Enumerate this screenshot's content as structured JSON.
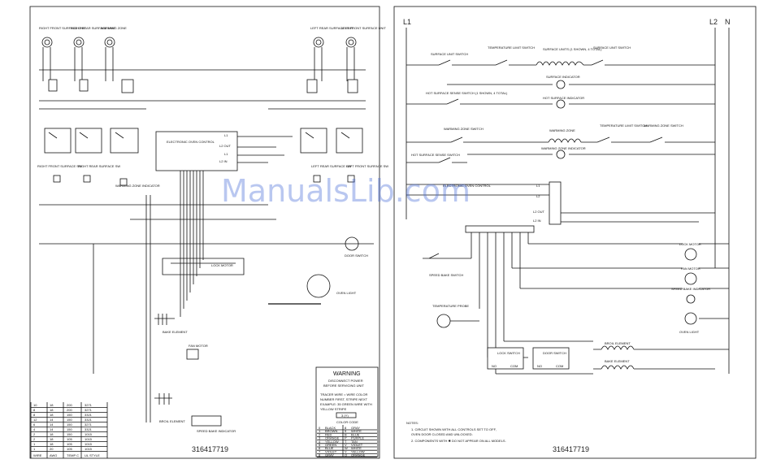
{
  "left_sheet": {
    "element_labels_top": [
      "RIGHT FRONT SURFACE UNIT",
      "RIGHT REAR SURFACE UNIT",
      "WARMING ZONE",
      "LEFT REAR SURFACE UNIT",
      "LEFT FRONT SURFACE UNIT"
    ],
    "control_box": {
      "title": "ELECTRONIC OVEN CONTROL",
      "terminals": [
        "L1",
        "L2 OUT",
        "L1",
        "L2 IN"
      ]
    },
    "switch_labels_left": [
      "RIGHT FRONT SURFACE SW",
      "RIGHT REAR SURFACE SW",
      "WARMING ZONE INDICATOR"
    ],
    "switch_labels_right": [
      "LEFT REAR SURFACE SW",
      "LEFT FRONT SURFACE SW"
    ],
    "misc_labels": [
      "LOCK MOTOR",
      "DOOR SWITCH",
      "OVEN LIGHT",
      "BAKE ELEMENT",
      "BROIL ELEMENT",
      "FAN MOTOR",
      "SPEED BAKE INDICATOR"
    ],
    "warning_box": {
      "title": "WARNING",
      "lines": [
        "DISCONNECT POWER",
        "BEFORE SERVICING UNIT"
      ],
      "note_lines": [
        "TRACER WIRE = WIRE COLOR",
        "NUMBER FIRST, STRIPE NEXT",
        "EXAMPLE: 35 GREEN WIRE WITH",
        "YELLOW STRIPE"
      ],
      "sample_code": "3 (Y)"
    },
    "color_code": {
      "title": "COLOR CODE",
      "rows": [
        [
          "0",
          "BLACK",
          "8",
          "GRAY"
        ],
        [
          "1",
          "BROWN",
          "9",
          "WHITE"
        ],
        [
          "2",
          "RED",
          "B",
          "BLUE"
        ],
        [
          "3",
          "ORANGE",
          "P",
          "PURPLE"
        ],
        [
          "4",
          "YELLOW",
          "T",
          "TAN"
        ],
        [
          "5",
          "GREEN",
          "V",
          "VIOLET"
        ],
        [
          "6",
          "BLUE",
          "W",
          "WHITE"
        ],
        [
          "7",
          "VIOLET",
          "Y",
          "YELLOW"
        ],
        [
          "8",
          "GRAY",
          "O",
          "ORANGE"
        ]
      ]
    },
    "wire_table": {
      "rows": [
        [
          "10",
          "18",
          "200",
          "3271"
        ],
        [
          "8",
          "18",
          "200",
          "3271"
        ],
        [
          "8",
          "18",
          "150",
          "3321"
        ],
        [
          "12",
          "14",
          "150",
          "3321"
        ],
        [
          "6",
          "14",
          "150",
          "3271"
        ],
        [
          "4",
          "14",
          "150",
          "3321"
        ],
        [
          "2",
          "18",
          "150",
          "1015"
        ],
        [
          "2",
          "18",
          "105",
          "1015"
        ],
        [
          "1",
          "18",
          "105",
          "1015"
        ],
        [
          "1",
          "20",
          "105",
          "1015"
        ]
      ],
      "headers": [
        "WIRE",
        "AWG",
        "TEMP C",
        "UL STYLE"
      ]
    },
    "part_number": "316417719"
  },
  "right_sheet": {
    "rail_left": "L1",
    "rail_right_1": "L2",
    "rail_right_2": "N",
    "rungs": [
      {
        "left": "SURFACE UNIT SWITCH",
        "mid": "TEMPERATURE LIMIT SWITCH",
        "load": "SURFACE UNITS (1 SHOWN, 4 TOTAL)",
        "right": "SURFACE UNIT SWITCH"
      },
      {
        "load": "SURFACE INDICATOR"
      },
      {
        "left": "HOT SURFACE SENSE SWITCH (1 SHOWN, 4 TOTAL)",
        "load": "HOT SURFACE INDICATOR"
      },
      {
        "left": "WARMING ZONE SWITCH",
        "load": "WARMING ZONE",
        "mid": "TEMPERATURE LIMIT SWITCH",
        "right": "WARMING ZONE SWITCH"
      },
      {
        "load": "WARMING ZONE INDICATOR"
      },
      {
        "left": "HOT SURFACE SENSE SWITCH"
      }
    ],
    "oven_control": {
      "title": "ELECTRONIC OVEN CONTROL",
      "terminals": [
        "L1",
        "L2",
        "L2 OUT",
        "L2 IN"
      ]
    },
    "components": [
      "LOCK MOTOR",
      "FAN MOTOR",
      "SPEED BAKE INDICATOR",
      "OVEN LIGHT",
      "BROIL ELEMENT",
      "BAKE ELEMENT",
      "SPEED BAKE SWITCH",
      "TEMPERATURE PROBE",
      "LOCK SWITCH",
      "DOOR SWITCH"
    ],
    "switch_terminals": [
      "NO",
      "COM",
      "NO",
      "COM"
    ],
    "notes": {
      "title": "NOTES:",
      "lines": [
        "1.  CIRCUIT SHOWN WITH ALL CONTROLS SET TO OFF,",
        "     OVEN DOOR CLOSED AND UNLOCKED.",
        "2.  COMPONENTS WITH  ✱  DO NOT APPEAR ON ALL MODELS."
      ]
    },
    "part_number": "316417719"
  },
  "watermark": "ManualsLib.com"
}
